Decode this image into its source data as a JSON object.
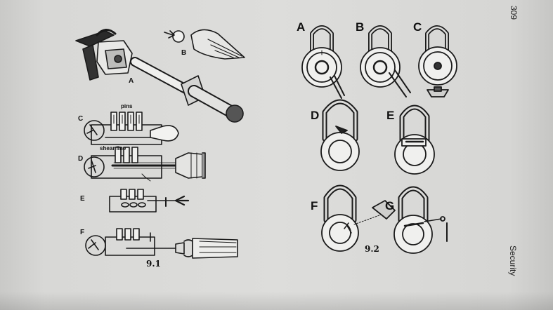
{
  "page": {
    "page_number": "309",
    "running_head": "Security"
  },
  "figure_91": {
    "caption": "9.1",
    "panel_labels": [
      "A",
      "B",
      "C",
      "D",
      "E",
      "F"
    ],
    "annotations": {
      "pins": "pins",
      "shear_line": "shear line"
    }
  },
  "figure_92": {
    "caption": "9.2",
    "panel_labels": [
      "A",
      "B",
      "C",
      "D",
      "E",
      "F",
      "G"
    ]
  }
}
